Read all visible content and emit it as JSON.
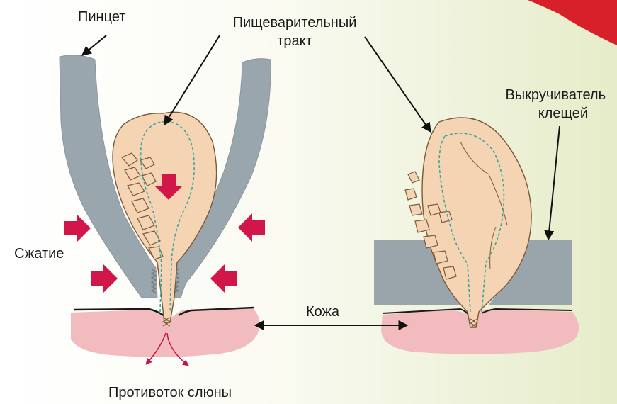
{
  "labels": {
    "tweezers": "Пинцет",
    "digestive_tract_line1": "Пищеварительный",
    "digestive_tract_line2": "тракт",
    "tick_remover_line1": "Выкручиватель",
    "tick_remover_line2": "клещей",
    "compression": "Сжатие",
    "skin": "Кожа",
    "saliva_backflow": "Противоток слюны"
  },
  "colors": {
    "background_left": "#ffffff",
    "background_right": "#e6ecc9",
    "tweezers_fill": "#9aa6ad",
    "remover_fill": "#9aa5ab",
    "skin_fill": "#f2bcbf",
    "tick_body": "#f4d4b2",
    "tick_outline": "#7a5a3c",
    "gut_line": "#3aa6a0",
    "pressure_arrow": "#d1174a",
    "corner_badge": "#d8202b",
    "text": "#1a1a1a"
  },
  "icons": [
    "pressure-arrow-right-icon",
    "pressure-arrow-left-icon",
    "pressure-arrow-down-icon",
    "saliva-arrow-icon"
  ]
}
